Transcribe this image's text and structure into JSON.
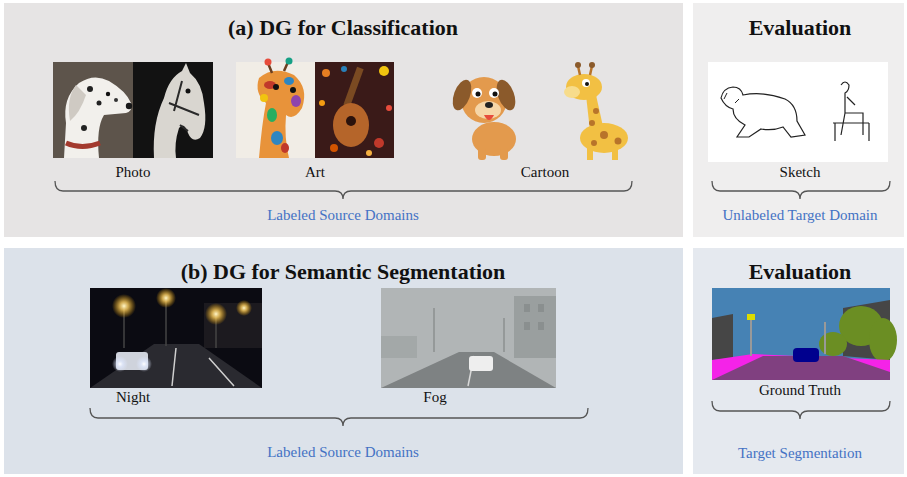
{
  "diagram": {
    "nodes": [
      {
        "text": [
          "(a) DG for Classification",
          "Photo",
          "Art",
          "Cartoon",
          "Labeled Source Domains"
        ]
      },
      {
        "text": [
          "Evaluation",
          "Sketch",
          "Unlabeled Target Domain"
        ]
      },
      {
        "text": [
          "(b) DG for Semantic Segmentation",
          "Night",
          "Fog",
          "Labeled Source Domains"
        ]
      },
      {
        "text": [
          "Evaluation",
          "Ground Truth",
          "Target Segmentation"
        ]
      }
    ]
  }
}
